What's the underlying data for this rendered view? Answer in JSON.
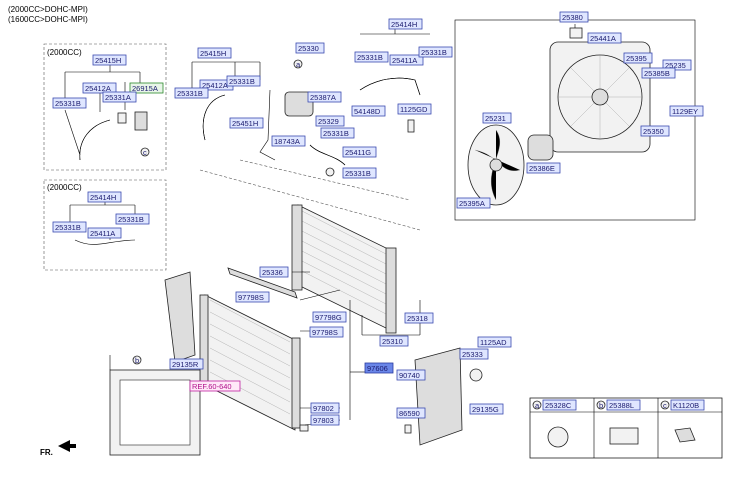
{
  "header": {
    "line1": "(2000CC>DOHC-MPI)",
    "line2": "(1600CC>DOHC-MPI)"
  },
  "insets": {
    "top_title": "(2000CC)",
    "bottom_title": "(2000CC)"
  },
  "labels": {
    "p25415H_a": "25415H",
    "p25412A_a": "25412A",
    "p26915A": "26915A",
    "p25331A_a": "25331A",
    "p25331B_a": "25331B",
    "p25414H_a": "25414H",
    "p25331B_b": "25331B",
    "p25331B_c": "25331B",
    "p25411A_a": "25411A",
    "p25415H_b": "25415H",
    "p25412A_b": "25412A",
    "p25331B_d": "25331B",
    "p25331B_e": "25331B",
    "p25451H": "25451H",
    "p25330": "25330",
    "p25387A": "25387A",
    "p54148D": "54148D",
    "p25329": "25329",
    "p18743A": "18743A",
    "p25331B_f": "25331B",
    "p25411G": "25411G",
    "p25331B_g": "25331B",
    "p25414H_b": "25414H",
    "p25331B_h": "25331B",
    "p25411A_b": "25411A",
    "p25331B_i": "25331B",
    "p1125GD": "1125GD",
    "p25380": "25380",
    "p25441A": "25441A",
    "p25395": "25395",
    "p25235": "25235",
    "p25385B": "25385B",
    "p1129EY": "1129EY",
    "p25231": "25231",
    "p25350": "25350",
    "p25386E": "25386E",
    "p25395A": "25395A",
    "p25336": "25336",
    "p97798S_a": "97798S",
    "p97798G": "97798G",
    "p97798S_b": "97798S",
    "p25318": "25318",
    "p25310": "25310",
    "p29135R": "29135R",
    "p97606": "97606",
    "p1125AD": "1125AD",
    "p25333": "25333",
    "p90740": "90740",
    "p29135G": "29135G",
    "p97802": "97802",
    "p97803": "97803",
    "p86590": "86590",
    "ref": "REF.60-640",
    "fr": "FR."
  },
  "callouts": {
    "a": "a",
    "b": "b",
    "c": "c"
  },
  "legend": [
    {
      "key": "a",
      "code": "25328C"
    },
    {
      "key": "b",
      "code": "25388L"
    },
    {
      "key": "c",
      "code": "K1120B"
    }
  ],
  "colors": {
    "box_fill": "#dfe6ff",
    "box_stroke": "#3a4ab0",
    "selected_fill": "#6a86e8",
    "ref_color": "#c020a0"
  }
}
